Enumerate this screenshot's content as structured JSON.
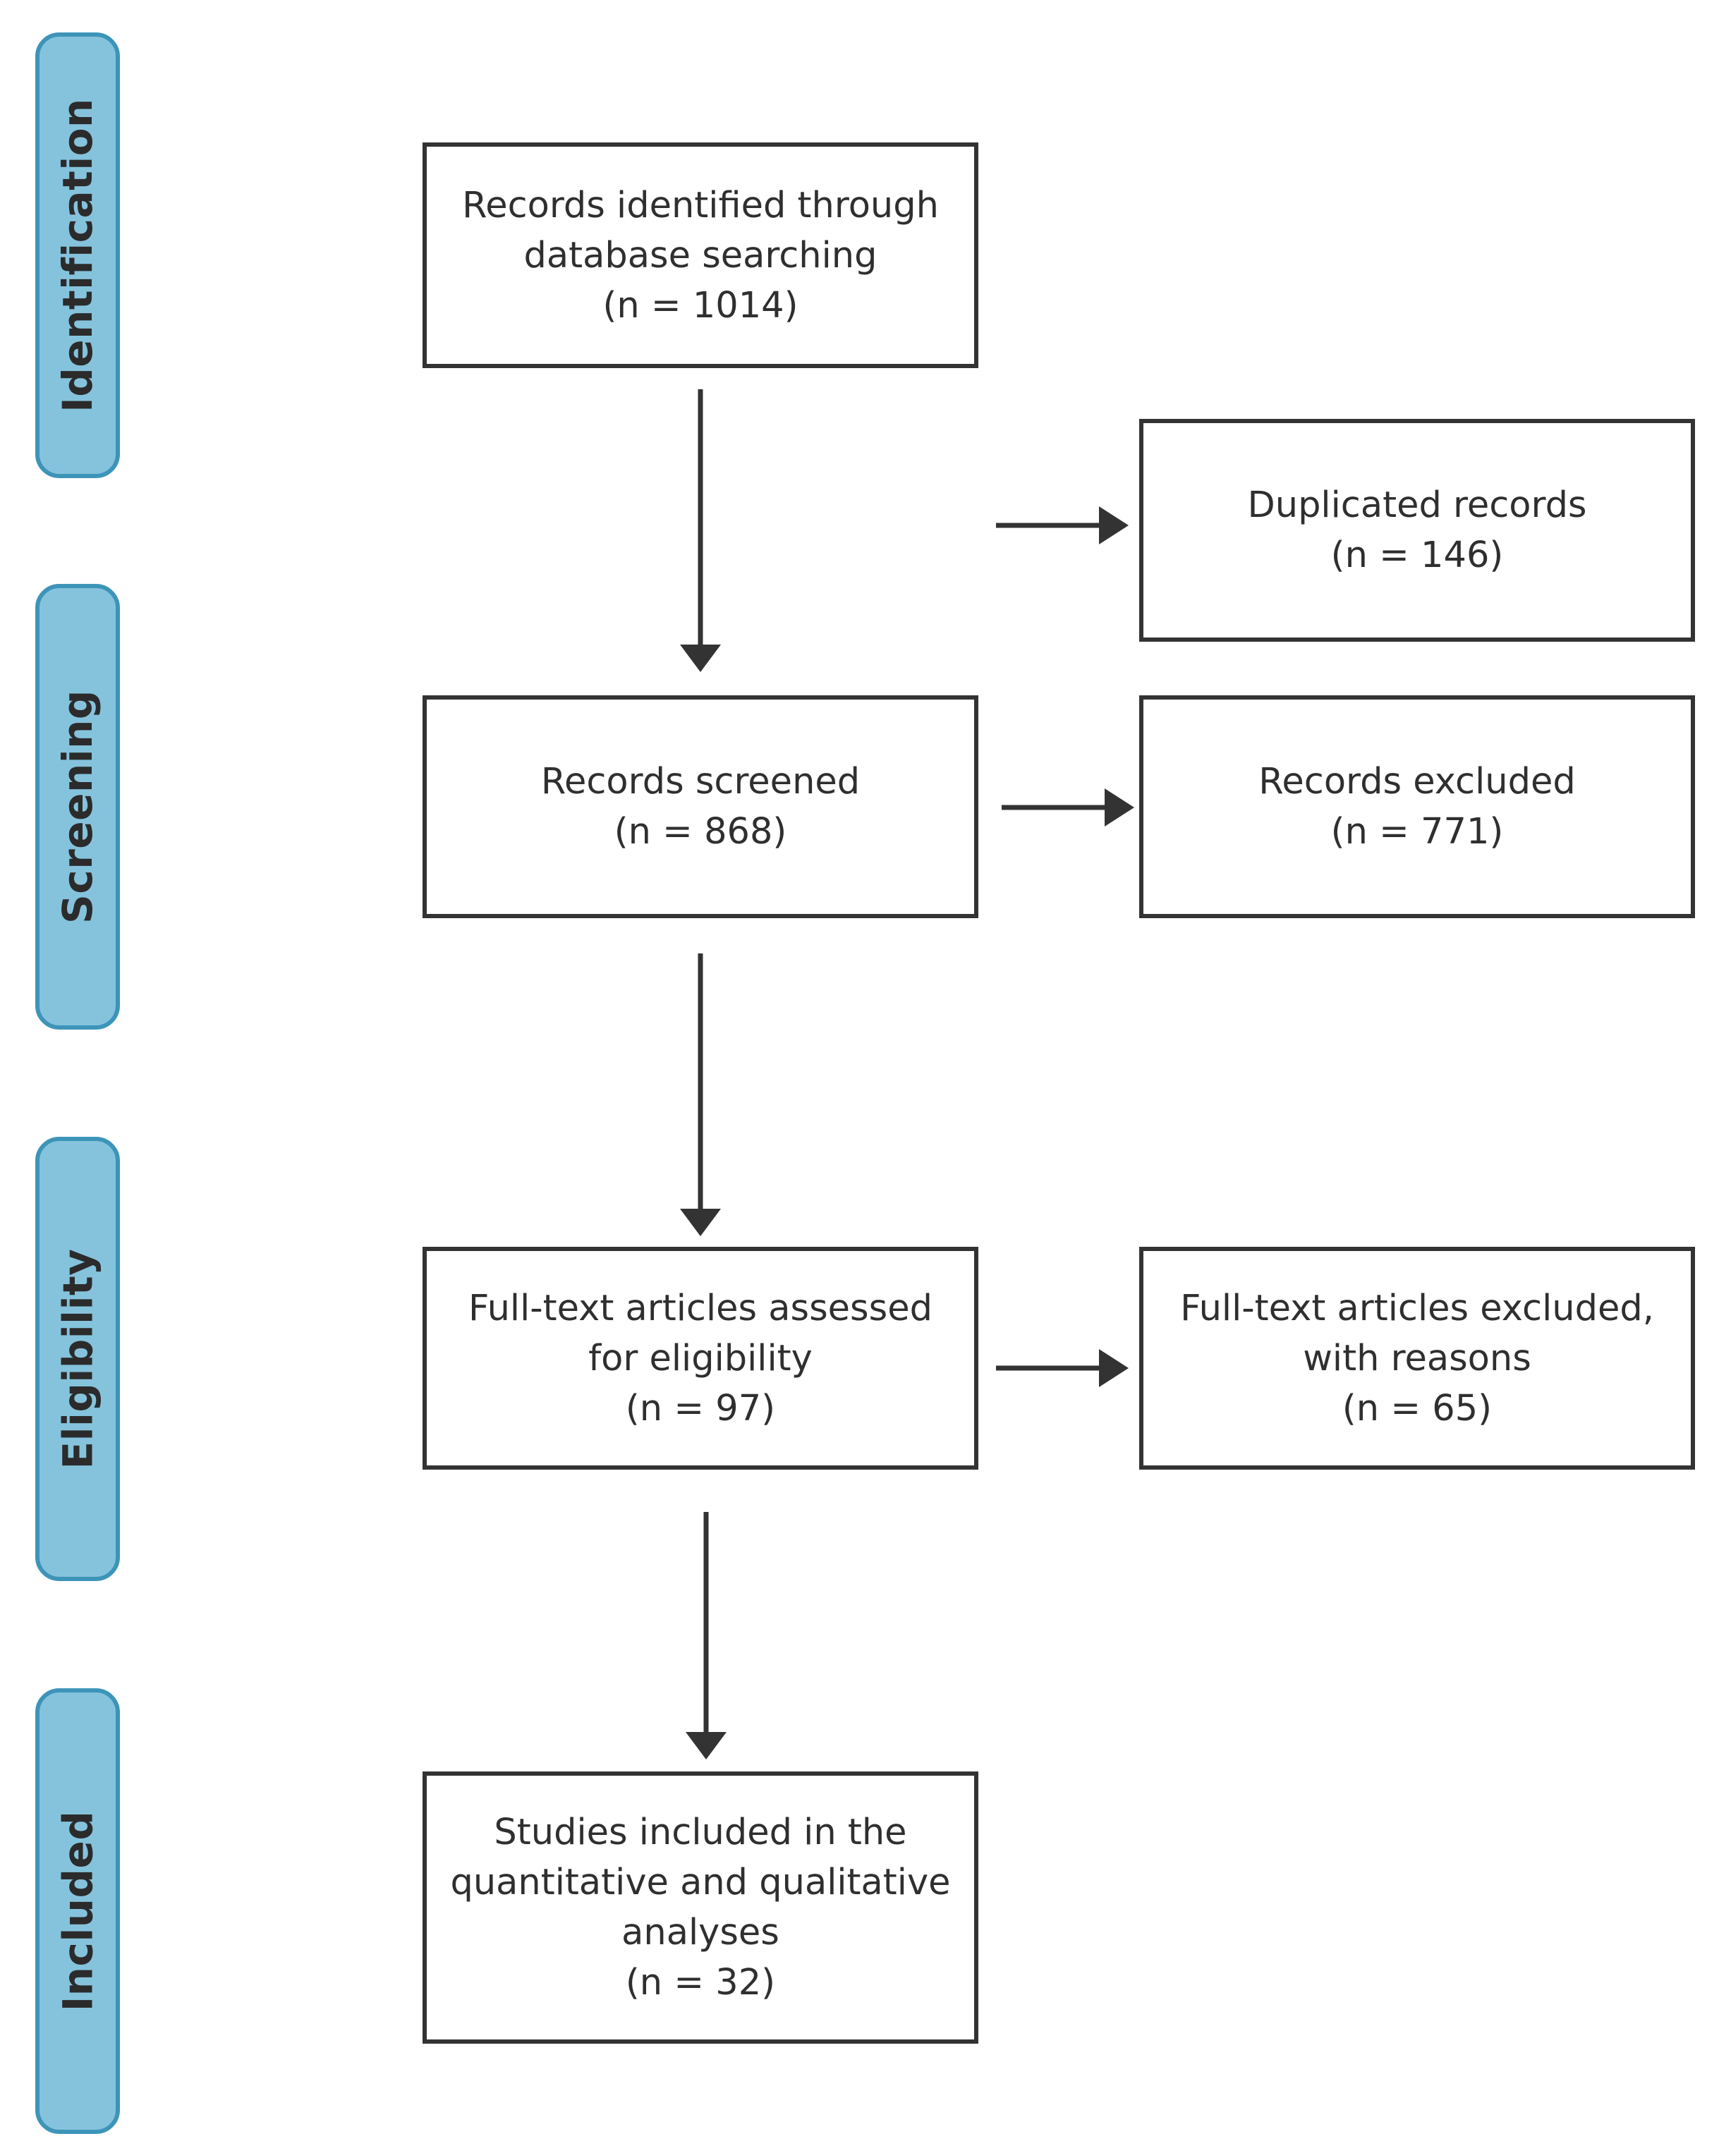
{
  "stages": {
    "identification": "Identification",
    "screening": "Screening",
    "eligibility": "Eligibility",
    "included": "Included"
  },
  "boxes": {
    "identified": {
      "lines": [
        "Records identified through",
        "database searching"
      ],
      "count": "(n = 1014)"
    },
    "duplicated": {
      "lines": [
        "Duplicated records"
      ],
      "count": "(n = 146)"
    },
    "screened": {
      "lines": [
        "Records screened"
      ],
      "count": "(n = 868)"
    },
    "excluded": {
      "lines": [
        "Records excluded"
      ],
      "count": "(n = 771)"
    },
    "fulltext_assessed": {
      "lines": [
        "Full-text articles assessed",
        "for eligibility"
      ],
      "count": "(n = 97)"
    },
    "fulltext_excluded": {
      "lines": [
        "Full-text articles excluded,",
        "with reasons"
      ],
      "count": "(n = 65)"
    },
    "included": {
      "lines": [
        "Studies included in the",
        "quantitative and qualitative",
        "analyses"
      ],
      "count": "(n = 32)"
    }
  },
  "colors": {
    "stage_fill": "#85c3dd",
    "stage_border": "#3d94b9",
    "box_border": "#333333",
    "arrow": "#333333"
  }
}
